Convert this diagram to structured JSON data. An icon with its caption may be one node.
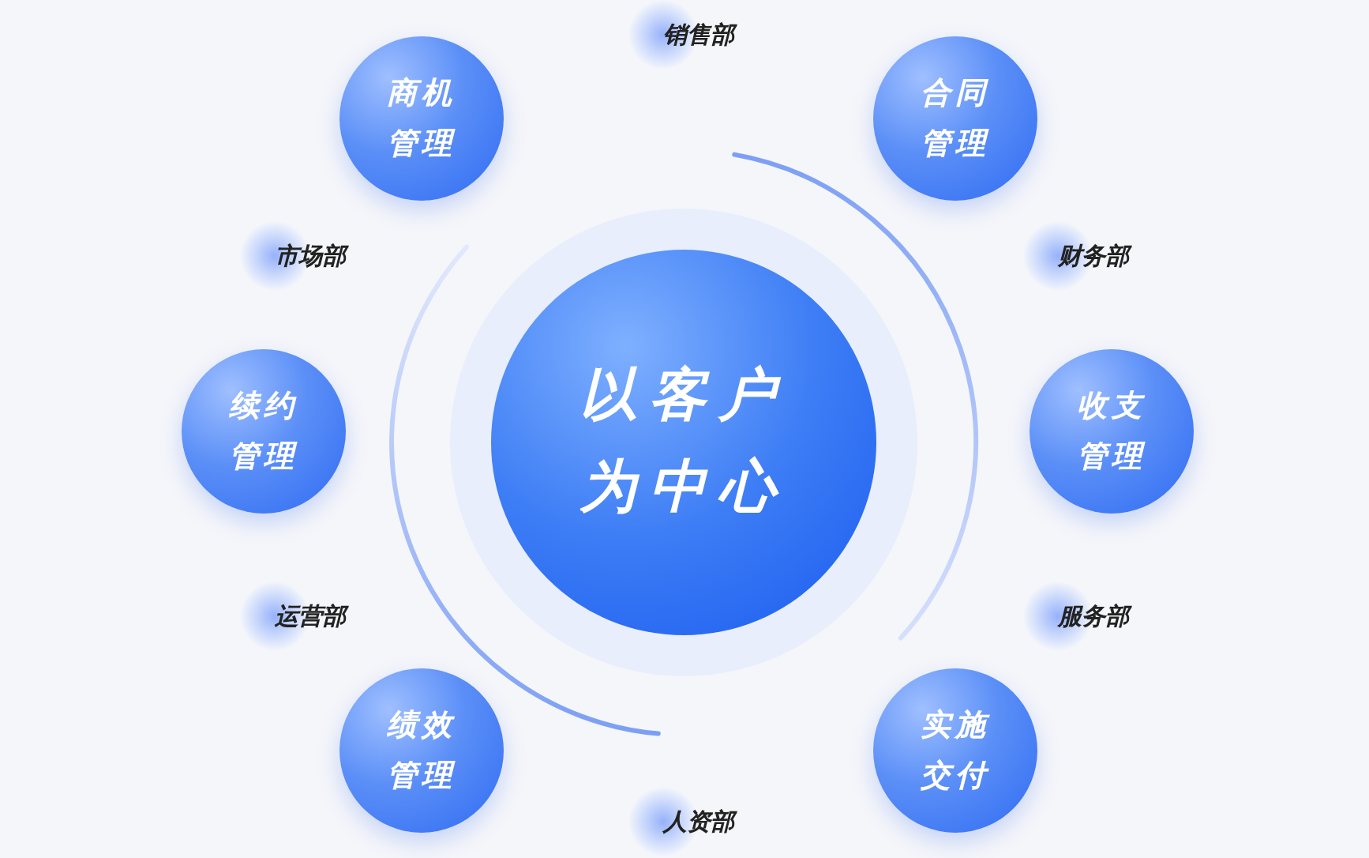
{
  "diagram": {
    "nodes": [
      {
        "text": [
          "销售部"
        ]
      },
      {
        "text": [
          "商机管理"
        ]
      },
      {
        "text": [
          "合同管理"
        ]
      },
      {
        "text": [
          "市场部"
        ]
      },
      {
        "text": [
          "财务部"
        ]
      },
      {
        "text": [
          "以客户为中心"
        ]
      },
      {
        "text": [
          "续约管理"
        ]
      },
      {
        "text": [
          "收支管理"
        ]
      },
      {
        "text": [
          "运营部"
        ]
      },
      {
        "text": [
          "服务部"
        ]
      },
      {
        "text": [
          "绩效管理"
        ]
      },
      {
        "text": [
          "实施交付"
        ]
      },
      {
        "text": [
          "人资部"
        ]
      }
    ]
  }
}
